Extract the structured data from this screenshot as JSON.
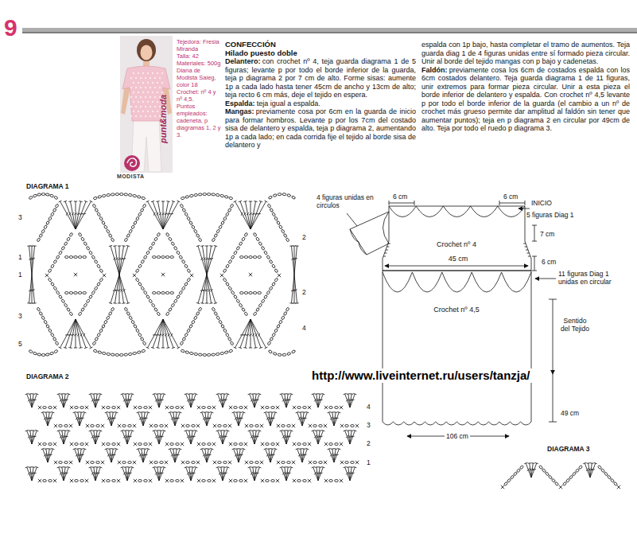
{
  "diagram": {
    "nodes": [
      {
        "text": [
          "Crochet nº 4",
          "45 cm"
        ]
      },
      {
        "text": [
          "Crochet nº 4,5"
        ]
      }
    ],
    "labels": [
      "9",
      "punt&moda",
      "MODISTA",
      "Tejedora: Fresia Miranda",
      "Talla: 42",
      "Materiales: 500g Diana de Modista Saieg, color 18",
      "Crochet: nº 4 y nº 4,5.",
      "Puntos empleados: cadeneta, p diagramas 1, 2 y 3.",
      "CONFECCIÓN",
      "Hilado puesto doble",
      "Delantero:",
      "con crochet nº 4, teja guarda diagrama 1 de 5 figuras; levante p por todo el borde inferior de la guarda, teja p diagrama 2 por 7 cm de alto. Forme sisas: aumente 1p a cada lado hasta tener 45cm de ancho y 13cm de alto; teja recto 6 cm más, deje el tejido en espera.",
      "Espalda:",
      "teja igual a espalda.",
      "Mangas:",
      "previamente cosa por 6cm en la guarda de inicio para formar hombros. Levante p por los 7cm del costado sisa de delantero y espalda, teja p diagrama 2, aumentando 1p a cada lado; en cada corrida fije el tejido al borde sisa de delantero y",
      "espalda con 1p bajo, hasta completar el tramo de aumentos. Teja guarda diag 1 de 4 figuras unidas entre sí formado pieza circular. Unir al borde del tejido mangas con p bajo y cadenetas.",
      "Faldón:",
      "previamente cosa los 6cm de costados espalda con los 6cm costados delantero. Teja guarda diagrama 1 de 11 figuras, unir extremos para formar pieza circular. Unir a esta pieza el borde inferior de delantero y espalda. Con crochet nº 4,5 levante p por todo el borde inferior de la guarda (el cambio a un nº de crochet más grueso permite dar amplitud al faldón sin tener que aumentar puntos); teja en p diagrama 2 en circular por 49cm de alto. Teja por todo el ruedo p diagrama 3.",
      "DIAGRAMA 1",
      "3",
      "1",
      "1",
      "3",
      "5",
      "2",
      "2",
      "4",
      "DIAGRAMA 2",
      "4",
      "3",
      "2",
      "1",
      "DIAGRAMA 3",
      "4 figuras unidas en circulos",
      "6 cm",
      "6 cm",
      "INICIO",
      "5 figuras Diag 1",
      "7 cm",
      "6 cm",
      "11 figuras Diag 1 unidas en circular",
      "Sentido del Tejido",
      "49 cm",
      "106 cm",
      "http://www.liveinternet.ru/users/tanzja/"
    ]
  }
}
